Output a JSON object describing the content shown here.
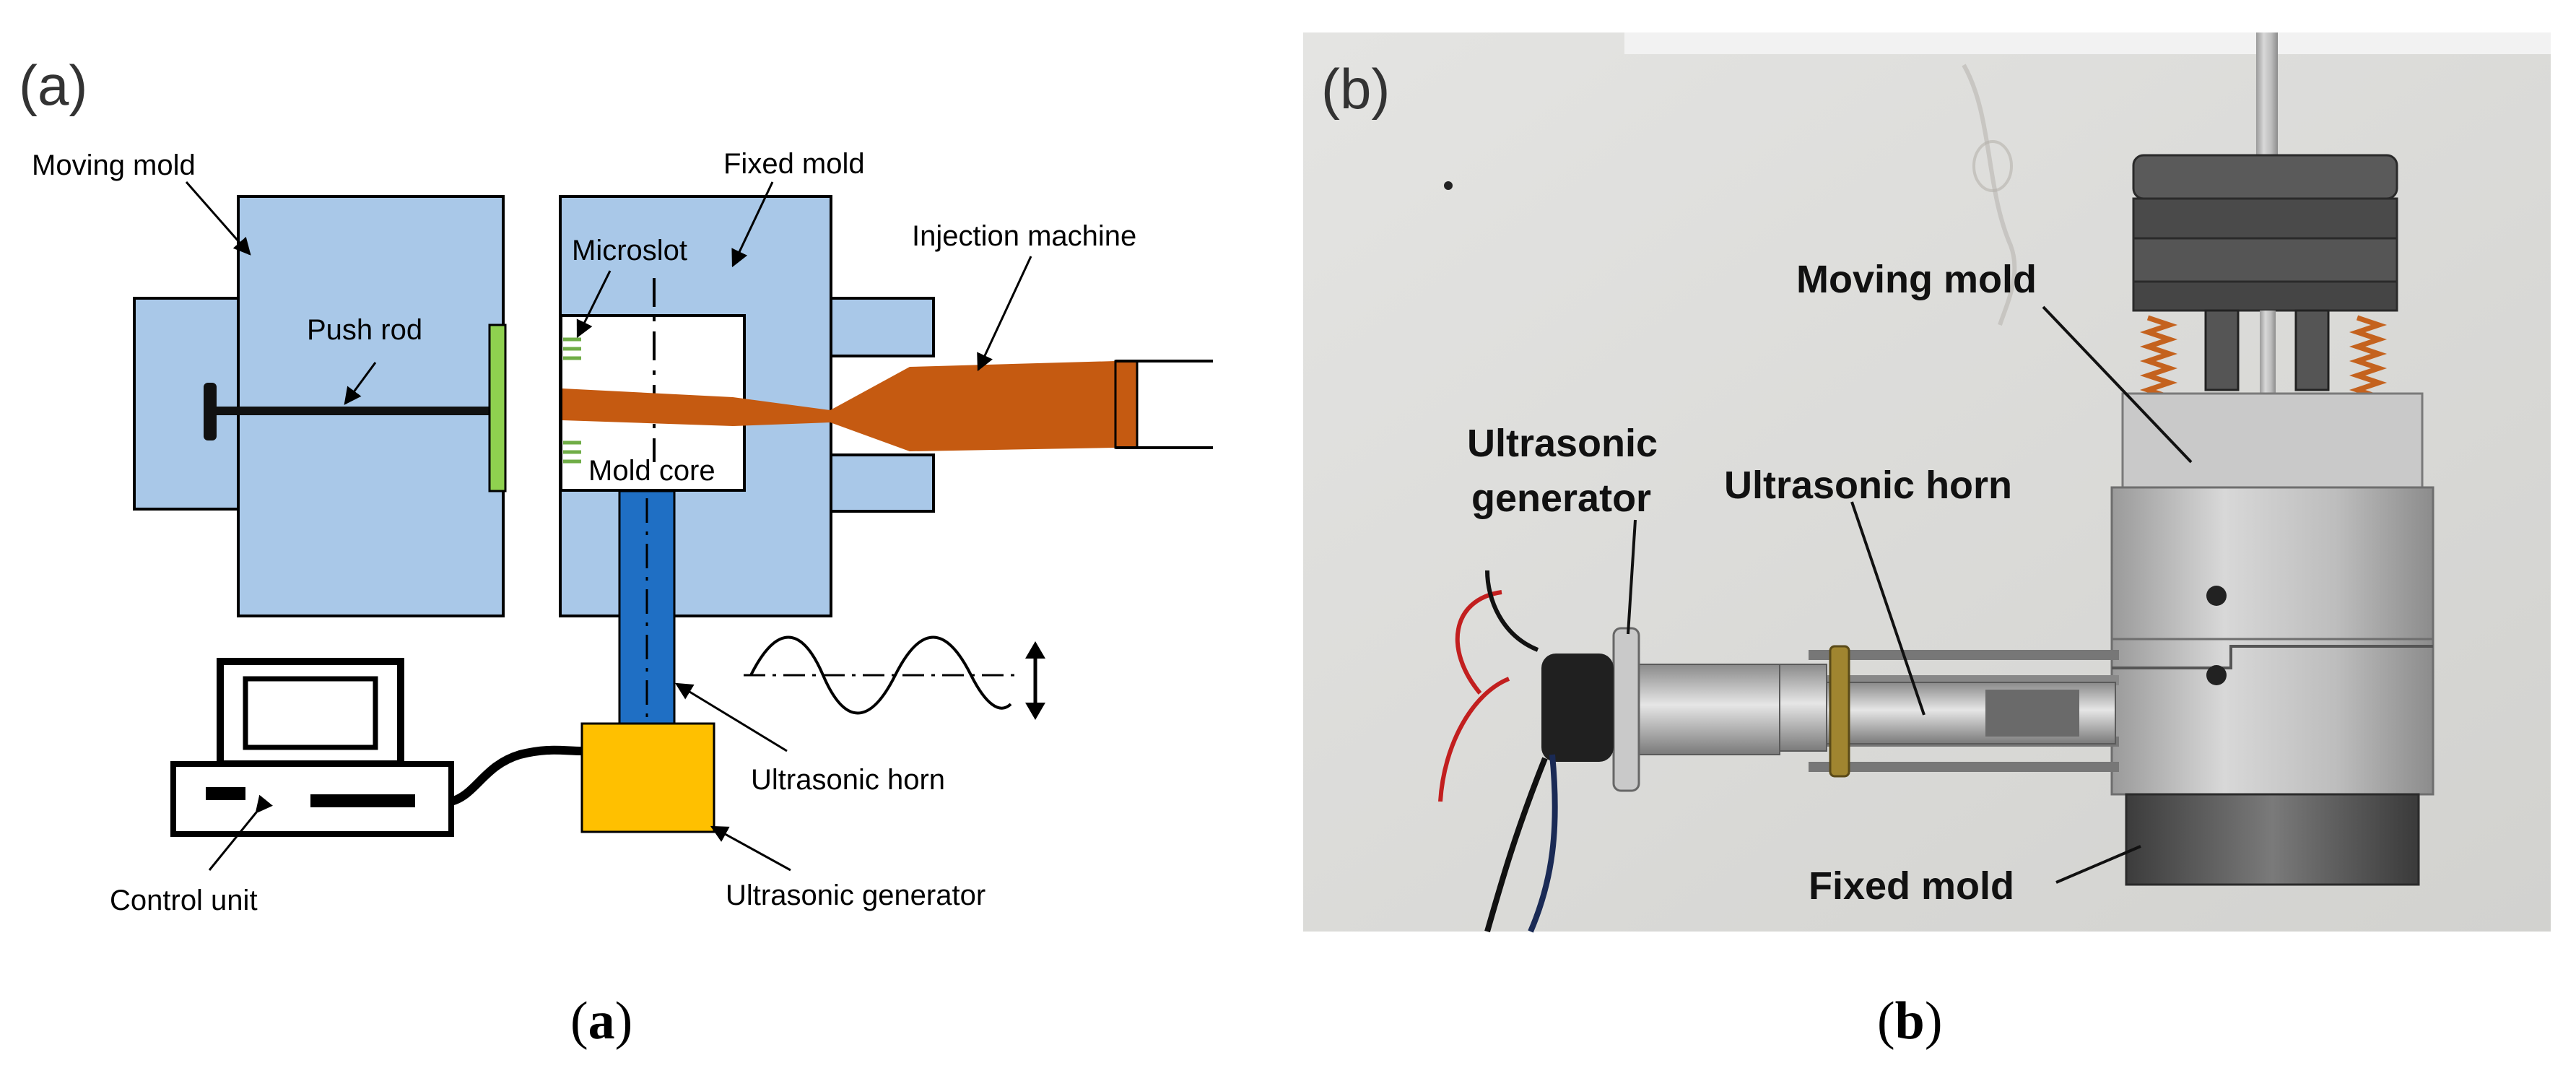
{
  "panel_a": {
    "tag": "(a)",
    "labels": {
      "moving_mold": "Moving mold",
      "fixed_mold": "Fixed mold",
      "microslot": "Microslot",
      "injection_machine": "Injection machine",
      "push_rod": "Push rod",
      "mold_core": "Mold core",
      "ultrasonic_horn": "Ultrasonic horn",
      "ultrasonic_generator": "Ultrasonic generator",
      "control_unit": "Control unit"
    },
    "colors": {
      "mold": "#a9c8e8",
      "injection": "#c55a11",
      "horn": "#1f6fc4",
      "generator": "#ffc000",
      "push_plate": "#8fd14f",
      "microslot": "#70ad47"
    }
  },
  "panel_b": {
    "tag": "(b)",
    "labels": {
      "moving_mold": "Moving mold",
      "ultrasonic_generator_line1": "Ultrasonic",
      "ultrasonic_generator_line2": "generator",
      "ultrasonic_horn": "Ultrasonic horn",
      "fixed_mold": "Fixed mold"
    }
  },
  "captions": {
    "a_open": "(",
    "a_letter": "a",
    "a_close": ")",
    "b_open": "(",
    "b_letter": "b",
    "b_close": ")"
  }
}
